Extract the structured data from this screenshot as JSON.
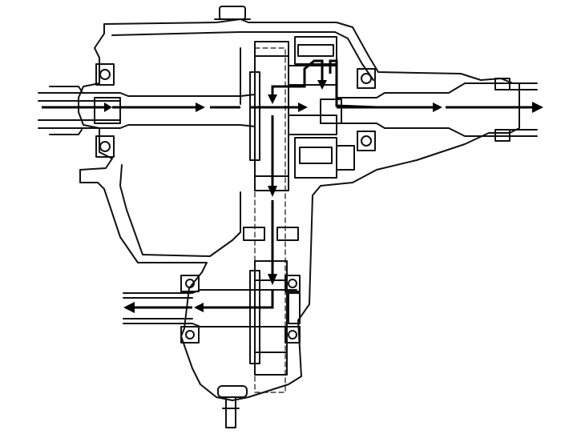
{
  "diagram": {
    "labels": [],
    "colors": {
      "background": "#ffffff",
      "line": "#111111",
      "flow_arrow": "#000000"
    },
    "power_flow_arrows": [
      {
        "id": "input-shaft-flow",
        "direction": "right"
      },
      {
        "id": "rear-output-flow",
        "direction": "right"
      },
      {
        "id": "transfer-down-flow",
        "direction": "down"
      },
      {
        "id": "front-output-flow",
        "direction": "left"
      }
    ]
  }
}
